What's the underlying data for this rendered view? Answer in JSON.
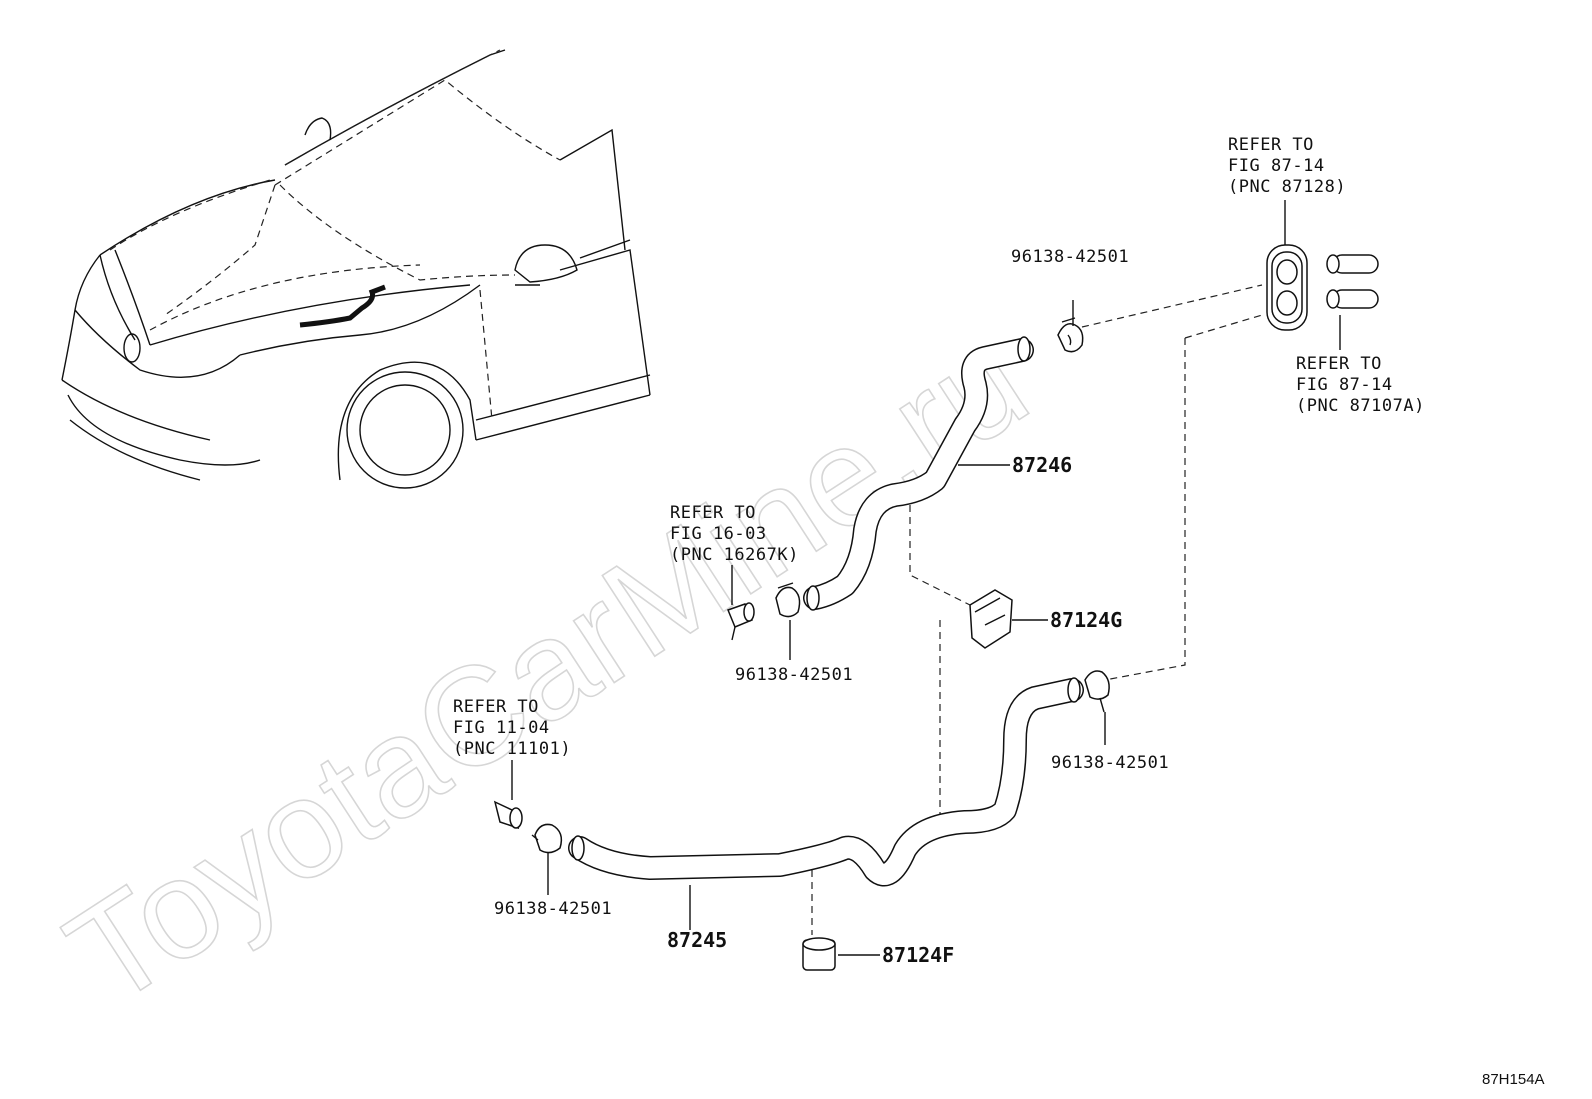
{
  "watermark": "ToyotaCarMine.ru",
  "figure_code": "87H154A",
  "parts": {
    "hose_upper": "87246",
    "hose_lower": "87245",
    "clamp_upper_mount": "87124G",
    "clamp_lower_mount": "87124F"
  },
  "clips": {
    "clip_top": "96138-42501",
    "clip_mid": "96138-42501",
    "clip_right": "96138-42501",
    "clip_left": "96138-42501"
  },
  "references": {
    "ref_heater_upper": [
      "REFER TO",
      "FIG 87-14",
      "(PNC 87128)"
    ],
    "ref_heater_lower": [
      "REFER TO",
      "FIG 87-14",
      "(PNC 87107A)"
    ],
    "ref_16": [
      "REFER TO",
      "FIG 16-03",
      "(PNC 16267K)"
    ],
    "ref_11": [
      "REFER TO",
      "FIG 11-04",
      "(PNC 11101)"
    ]
  }
}
